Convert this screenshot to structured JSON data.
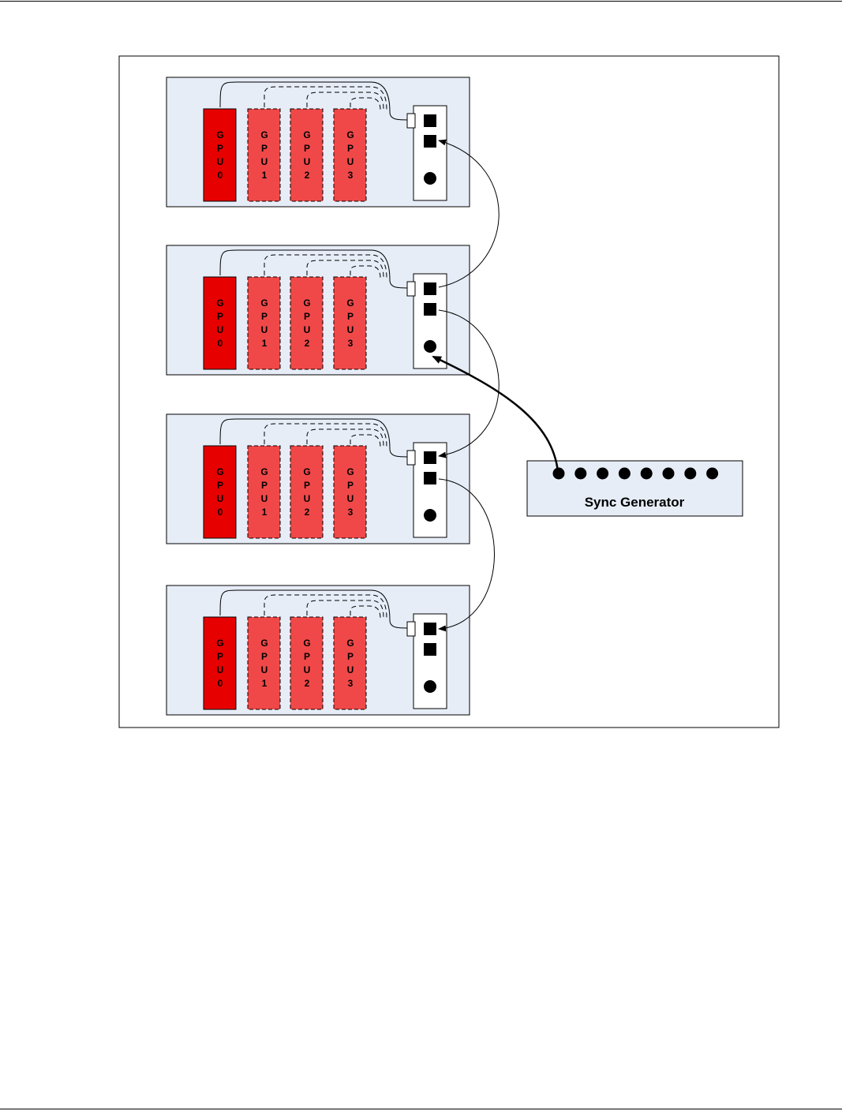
{
  "colors": {
    "node_bg": "#e6edf7",
    "gpu_primary": "#e60000",
    "gpu_secondary": "#f04848",
    "sync_bg": "#e6edf7",
    "frame_border": "#000000"
  },
  "nodes": [
    {
      "gpus": [
        "GPU0",
        "GPU1",
        "GPU2",
        "GPU3"
      ]
    },
    {
      "gpus": [
        "GPU0",
        "GPU1",
        "GPU2",
        "GPU3"
      ]
    },
    {
      "gpus": [
        "GPU0",
        "GPU1",
        "GPU2",
        "GPU3"
      ]
    },
    {
      "gpus": [
        "GPU0",
        "GPU1",
        "GPU2",
        "GPU3"
      ]
    }
  ],
  "sync_generator": {
    "label": "Sync Generator",
    "port_count": 8
  },
  "connections": [
    {
      "from": "node1.port_a",
      "to": "node0.port_b",
      "style": "thin-arrow"
    },
    {
      "from": "node1.port_b",
      "to": "node2.port_a",
      "style": "thin-arrow"
    },
    {
      "from": "node2.port_b",
      "to": "node3.port_a",
      "style": "thin-arrow"
    },
    {
      "from": "sync_generator.port_0",
      "to": "node1.port_c",
      "style": "thick-arrow"
    }
  ]
}
